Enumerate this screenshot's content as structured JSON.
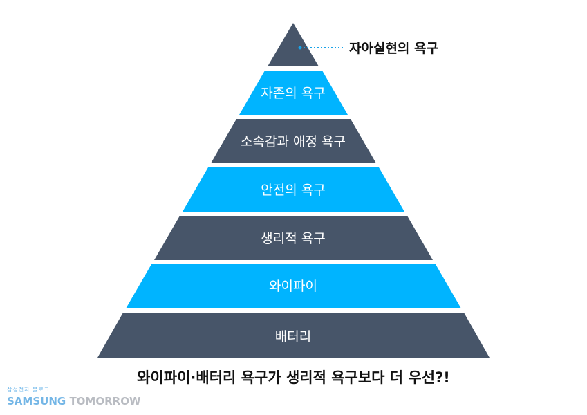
{
  "pyramid": {
    "top_label": "자아실현의 욕구",
    "tiers": [
      {
        "label": "자존의 욕구",
        "color": "#00b4ff"
      },
      {
        "label": "소속감과 애정 욕구",
        "color": "#475569"
      },
      {
        "label": "안전의 욕구",
        "color": "#00b4ff"
      },
      {
        "label": "생리적 욕구",
        "color": "#475569"
      },
      {
        "label": "와이파이",
        "color": "#00b4ff"
      },
      {
        "label": "배터리",
        "color": "#475569"
      }
    ],
    "top_color": "#475569",
    "pointer_color": "#1aa3e8"
  },
  "caption": "와이파이·배터리 욕구가 생리적 욕구보다 더 우선?!",
  "brand": {
    "small": "삼성전자 블로그",
    "samsung": "SAMSUNG",
    "tomorrow": "TOMORROW"
  }
}
